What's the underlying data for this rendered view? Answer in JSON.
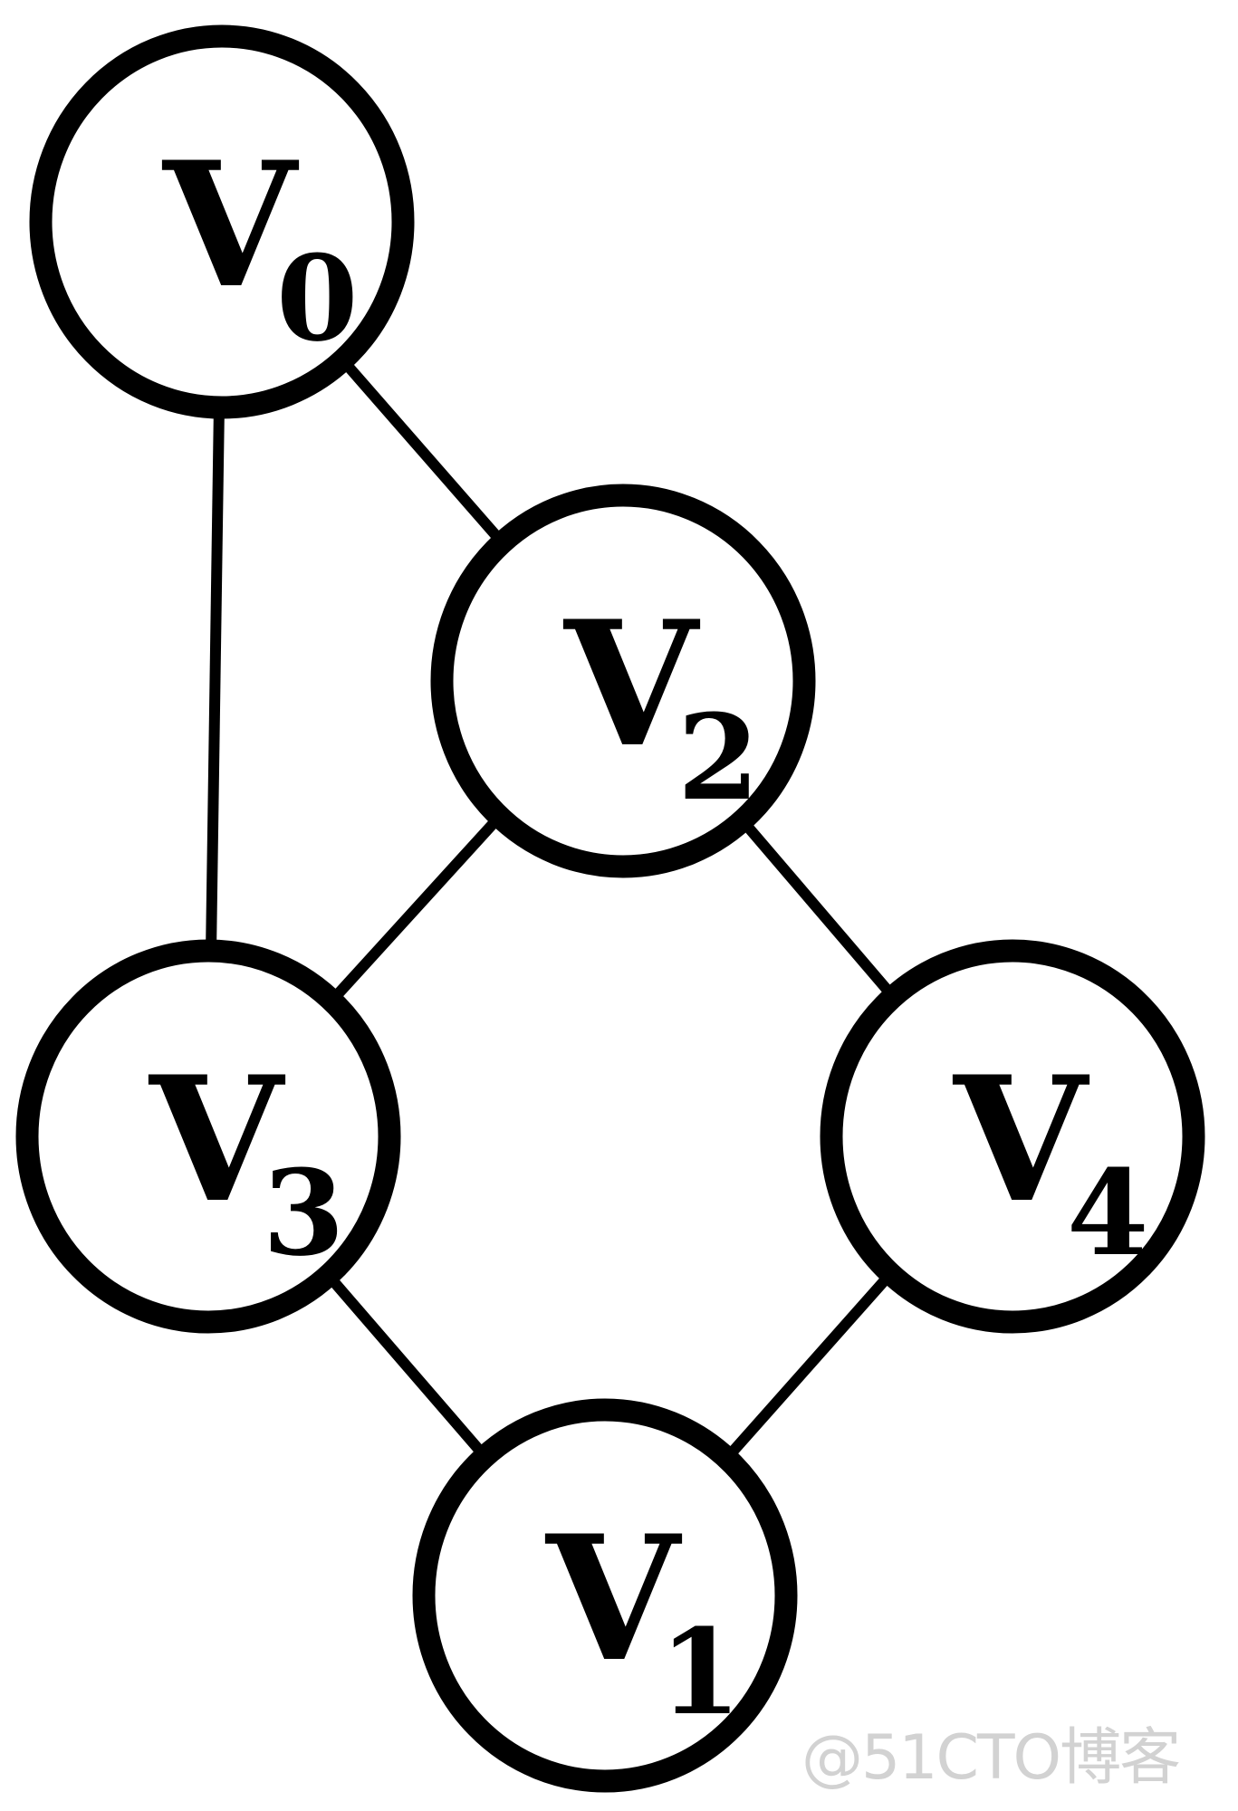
{
  "graph": {
    "nodes": [
      {
        "id": "v0",
        "letter": "V",
        "subscript": "0"
      },
      {
        "id": "v1",
        "letter": "V",
        "subscript": "1"
      },
      {
        "id": "v2",
        "letter": "V",
        "subscript": "2"
      },
      {
        "id": "v3",
        "letter": "V",
        "subscript": "3"
      },
      {
        "id": "v4",
        "letter": "V",
        "subscript": "4"
      }
    ],
    "edges": [
      {
        "from": "v0",
        "to": "v2"
      },
      {
        "from": "v0",
        "to": "v3"
      },
      {
        "from": "v2",
        "to": "v3"
      },
      {
        "from": "v2",
        "to": "v4"
      },
      {
        "from": "v3",
        "to": "v1"
      },
      {
        "from": "v4",
        "to": "v1"
      }
    ]
  },
  "watermark": "@51CTO博客"
}
